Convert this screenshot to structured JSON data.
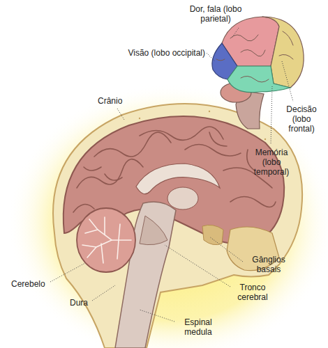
{
  "diagram": {
    "labels": [
      "Dor, fala (lobo parietal)",
      "Visão (lobo occipital)",
      "Decisão (lobo frontal)",
      "Memória (lobo temporal)",
      "Crânio",
      "Gânglios basais",
      "Cerebelo",
      "Tronco cerebral",
      "Dura",
      "Espinal medula"
    ]
  }
}
